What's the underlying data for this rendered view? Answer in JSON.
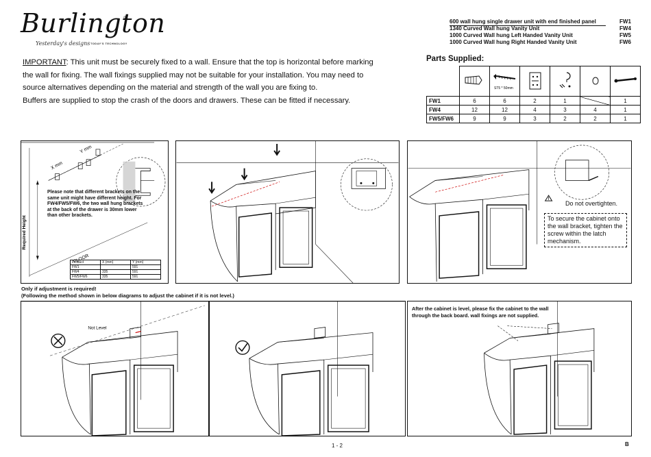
{
  "brand": {
    "logo_text": "Burlington",
    "registered": "®",
    "tagline": "Yesterday's designs",
    "technology": "TODAY'S TECHNOLOGY"
  },
  "models": [
    {
      "name": "600 wall hung single drawer unit with end finished panel",
      "code": "FW1"
    },
    {
      "name": "1340 Curved Wall hung Vanity Unit",
      "code": "FW4"
    },
    {
      "name": "1000 Curved Wall hung Left Handed Vanity Unit",
      "code": "FW5"
    },
    {
      "name": "1000 Curved Wall hung Right Handed Vanity Unit",
      "code": "FW6"
    }
  ],
  "important": {
    "label": "IMPORTANT",
    "text": ": This unit must be securely fixed to a wall. Ensure that the top is horizontal before marking the wall for fixing. The wall fixings supplied may not be suitable for your installation. You may need to source alternatives depending on the material and strength of the wall you are fixing to.",
    "buffers": "Buffers are supplied to stop the crash of the doors and drawers. These can be fitted if necessary."
  },
  "parts": {
    "title": "Parts Supplied:",
    "screw_label": "ST5 * 50mm",
    "rows": [
      {
        "label": "FW1",
        "values": [
          "6",
          "6",
          "2",
          "1",
          "",
          "1"
        ]
      },
      {
        "label": "FW4",
        "values": [
          "12",
          "12",
          "4",
          "3",
          "4",
          "1"
        ]
      },
      {
        "label": "FW5/FW6",
        "values": [
          "9",
          "9",
          "3",
          "2",
          "2",
          "1"
        ]
      }
    ]
  },
  "panel1": {
    "x_label": "X mm",
    "y_label": "Y mm",
    "required_height": "Required Height",
    "floor": "FLOOR",
    "note": "Please note that different brackets on the same unit might have different height. For FW4/FW5/FW6, the two wall hung brackets at the back of the drawer is 30mm lower than other brackets.",
    "table": {
      "headers": [
        "Product",
        "X (mm)",
        "Y (mm)"
      ],
      "rows": [
        [
          "FW1",
          "",
          "591"
        ],
        [
          "FW4",
          "335",
          "591"
        ],
        [
          "FW5/FW6",
          "335",
          "591"
        ]
      ]
    }
  },
  "panel3": {
    "warning": "Do not overtighten.",
    "callout": "To secure the cabinet onto the wall bracket, tighten the screw within the latch mechanism."
  },
  "adjust_note": {
    "line1": "Only if adjustment is required!",
    "line2": "(Following the method shown in below diagrams to adjust the cabinet if it is not level.)"
  },
  "panel4": {
    "not_level": "Not Level"
  },
  "panel6": {
    "note": "After the cabinet is level, please fix the cabinet to the wall through the back board. wall fixings are not supplied."
  },
  "footer": {
    "page": "1 - 2",
    "revision": "B"
  }
}
